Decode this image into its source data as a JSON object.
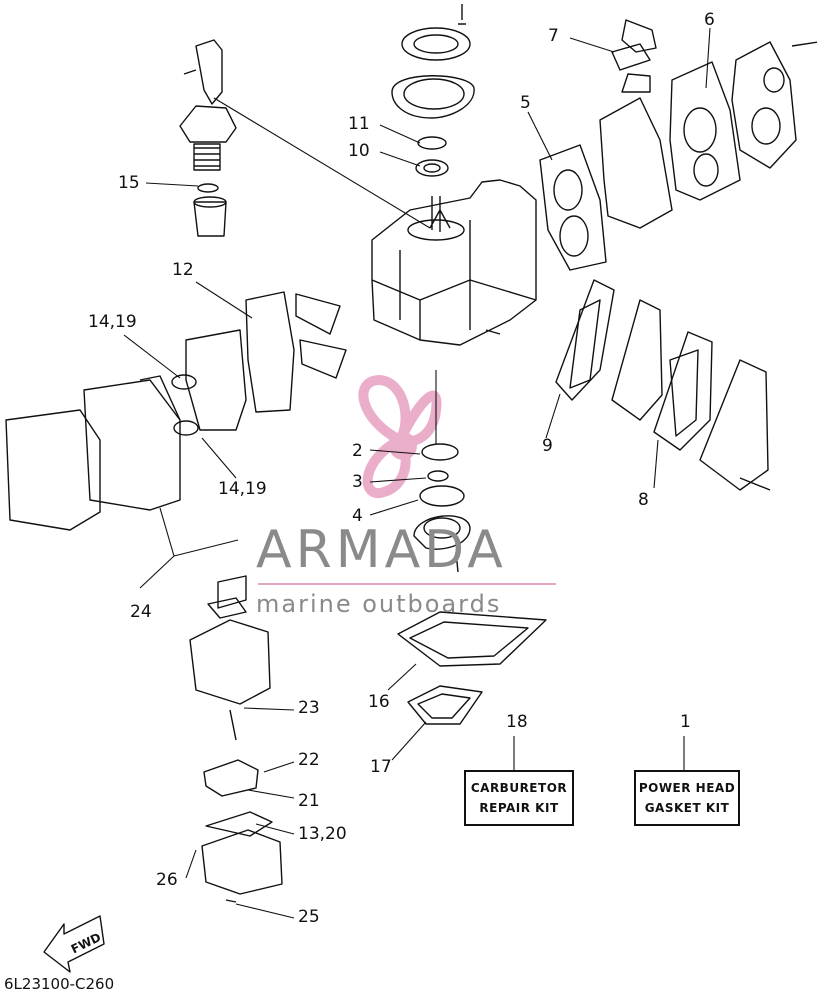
{
  "watermark": {
    "title": "ARMADA",
    "subtitle": "marine outboards",
    "logo_color": "#e7a0c3",
    "text_color": "#8a8a8a"
  },
  "callouts": [
    {
      "id": "1",
      "text": "1"
    },
    {
      "id": "2",
      "text": "2"
    },
    {
      "id": "3",
      "text": "3"
    },
    {
      "id": "4",
      "text": "4"
    },
    {
      "id": "5",
      "text": "5"
    },
    {
      "id": "6",
      "text": "6"
    },
    {
      "id": "7",
      "text": "7"
    },
    {
      "id": "8",
      "text": "8"
    },
    {
      "id": "9",
      "text": "9"
    },
    {
      "id": "10",
      "text": "10"
    },
    {
      "id": "11",
      "text": "11"
    },
    {
      "id": "12",
      "text": "12"
    },
    {
      "id": "13",
      "text": "13,20"
    },
    {
      "id": "14a",
      "text": "14,19"
    },
    {
      "id": "14b",
      "text": "14,19"
    },
    {
      "id": "15",
      "text": "15"
    },
    {
      "id": "16",
      "text": "16"
    },
    {
      "id": "17",
      "text": "17"
    },
    {
      "id": "18",
      "text": "18"
    },
    {
      "id": "21",
      "text": "21"
    },
    {
      "id": "22",
      "text": "22"
    },
    {
      "id": "23",
      "text": "23"
    },
    {
      "id": "24",
      "text": "24"
    },
    {
      "id": "25",
      "text": "25"
    },
    {
      "id": "26",
      "text": "26"
    }
  ],
  "kits": {
    "carburetor": {
      "line1": "CARBURETOR",
      "line2": "REPAIR KIT"
    },
    "power_head": {
      "line1": "POWER HEAD",
      "line2": "GASKET KIT"
    }
  },
  "fwd_label": "FWD",
  "diagram_code": "6L23100-C260"
}
